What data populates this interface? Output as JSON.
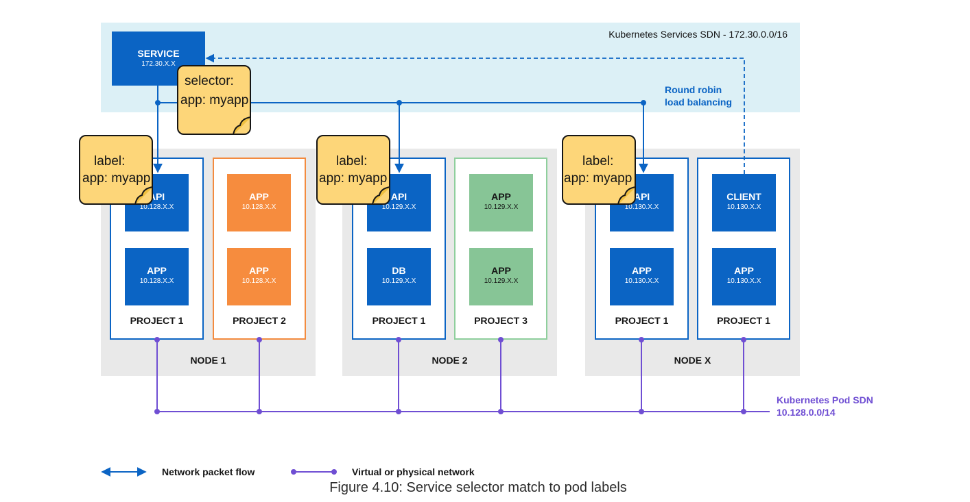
{
  "services_sdn": {
    "label": "Kubernetes Services SDN - 172.30.0.0/16"
  },
  "service": {
    "name": "SERVICE",
    "ip": "172.30.X.X"
  },
  "selector_note": {
    "line1": "selector:",
    "line2": "app: myapp"
  },
  "label_note": {
    "line1": "label:",
    "line2": "app: myapp"
  },
  "round_robin": {
    "line1": "Round robin",
    "line2": "load balancing"
  },
  "pod_sdn": {
    "line1": "Kubernetes Pod SDN",
    "line2": "10.128.0.0/14"
  },
  "nodes": [
    {
      "name": "NODE 1",
      "projects": [
        {
          "name": "PROJECT 1",
          "color": "#0b64c4",
          "pods": [
            {
              "name": "API",
              "ip": "10.128.X.X"
            },
            {
              "name": "APP",
              "ip": "10.128.X.X"
            }
          ]
        },
        {
          "name": "PROJECT 2",
          "color": "#f38b3f",
          "pods": [
            {
              "name": "APP",
              "ip": "10.128.X.X"
            },
            {
              "name": "APP",
              "ip": "10.128.X.X"
            }
          ]
        }
      ]
    },
    {
      "name": "NODE 2",
      "projects": [
        {
          "name": "PROJECT 1",
          "color": "#0b64c4",
          "pods": [
            {
              "name": "API",
              "ip": "10.129.X.X"
            },
            {
              "name": "DB",
              "ip": "10.129.X.X"
            }
          ]
        },
        {
          "name": "PROJECT 3",
          "color": "#8fcf9d",
          "pods": [
            {
              "name": "APP",
              "ip": "10.129.X.X"
            },
            {
              "name": "APP",
              "ip": "10.129.X.X"
            }
          ]
        }
      ]
    },
    {
      "name": "NODE X",
      "projects": [
        {
          "name": "PROJECT 1",
          "color": "#0b64c4",
          "pods": [
            {
              "name": "API",
              "ip": "10.130.X.X"
            },
            {
              "name": "APP",
              "ip": "10.130.X.X"
            }
          ]
        },
        {
          "name": "PROJECT 1",
          "color": "#0b64c4",
          "pods": [
            {
              "name": "CLIENT",
              "ip": "10.130.X.X"
            },
            {
              "name": "APP",
              "ip": "10.130.X.X"
            }
          ]
        }
      ]
    }
  ],
  "legend": {
    "packet_flow": "Network packet flow",
    "network": "Virtual or physical network"
  },
  "caption": "Figure 4.10: Service selector match to pod labels",
  "colors": {
    "blue": "#0b64c4",
    "orange": "#f68c3e",
    "green": "#87c596",
    "note_yellow": "#fdd679",
    "purple": "#6f4ed3",
    "service_band": "#dcf0f6",
    "node_gray": "#e9e9e9"
  }
}
